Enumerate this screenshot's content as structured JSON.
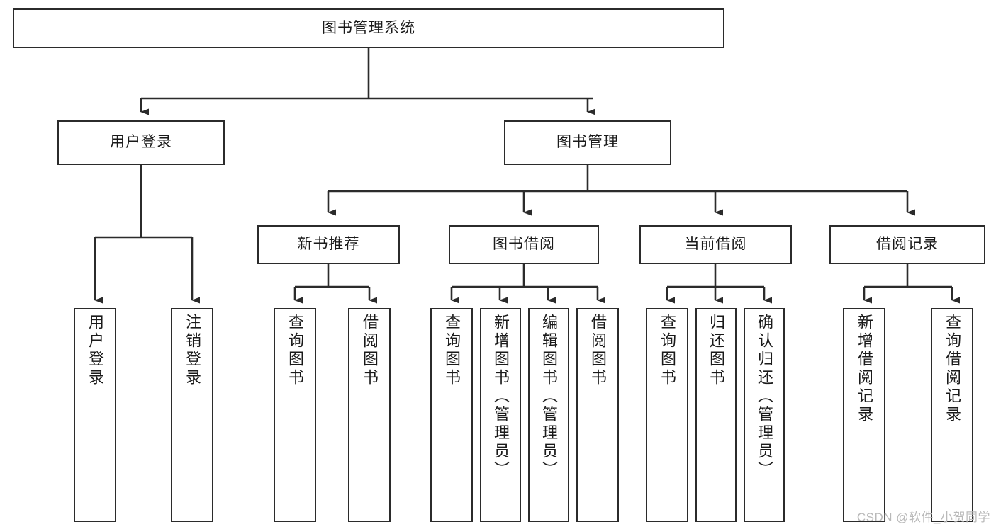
{
  "diagram": {
    "title": "图书管理系统",
    "type": "tree-hierarchy",
    "root": {
      "label": "图书管理系统"
    },
    "level1": [
      {
        "label": "用户登录"
      },
      {
        "label": "图书管理"
      }
    ],
    "level2": [
      {
        "label": "新书推荐"
      },
      {
        "label": "图书借阅"
      },
      {
        "label": "当前借阅"
      },
      {
        "label": "借阅记录"
      }
    ],
    "leaves": {
      "user_login": [
        {
          "label": "用户登录"
        },
        {
          "label": "注销登录"
        }
      ],
      "new_book_recommend": [
        {
          "label": "查询图书"
        },
        {
          "label": "借阅图书"
        }
      ],
      "book_borrow": [
        {
          "label": "查询图书"
        },
        {
          "label": "新增图书（管理员）"
        },
        {
          "label": "编辑图书（管理员）"
        },
        {
          "label": "借阅图书"
        }
      ],
      "current_borrow": [
        {
          "label": "查询图书"
        },
        {
          "label": "归还图书"
        },
        {
          "label": "确认归还（管理员）"
        }
      ],
      "borrow_record": [
        {
          "label": "新增借阅记录"
        },
        {
          "label": "查询借阅记录"
        }
      ]
    }
  },
  "watermark": {
    "text": "CSDN @软件_小贺同学"
  },
  "colors": {
    "border": "#2b2b2b",
    "background": "#ffffff",
    "text": "#1a1a1a",
    "watermark": "#b9b9b9"
  }
}
